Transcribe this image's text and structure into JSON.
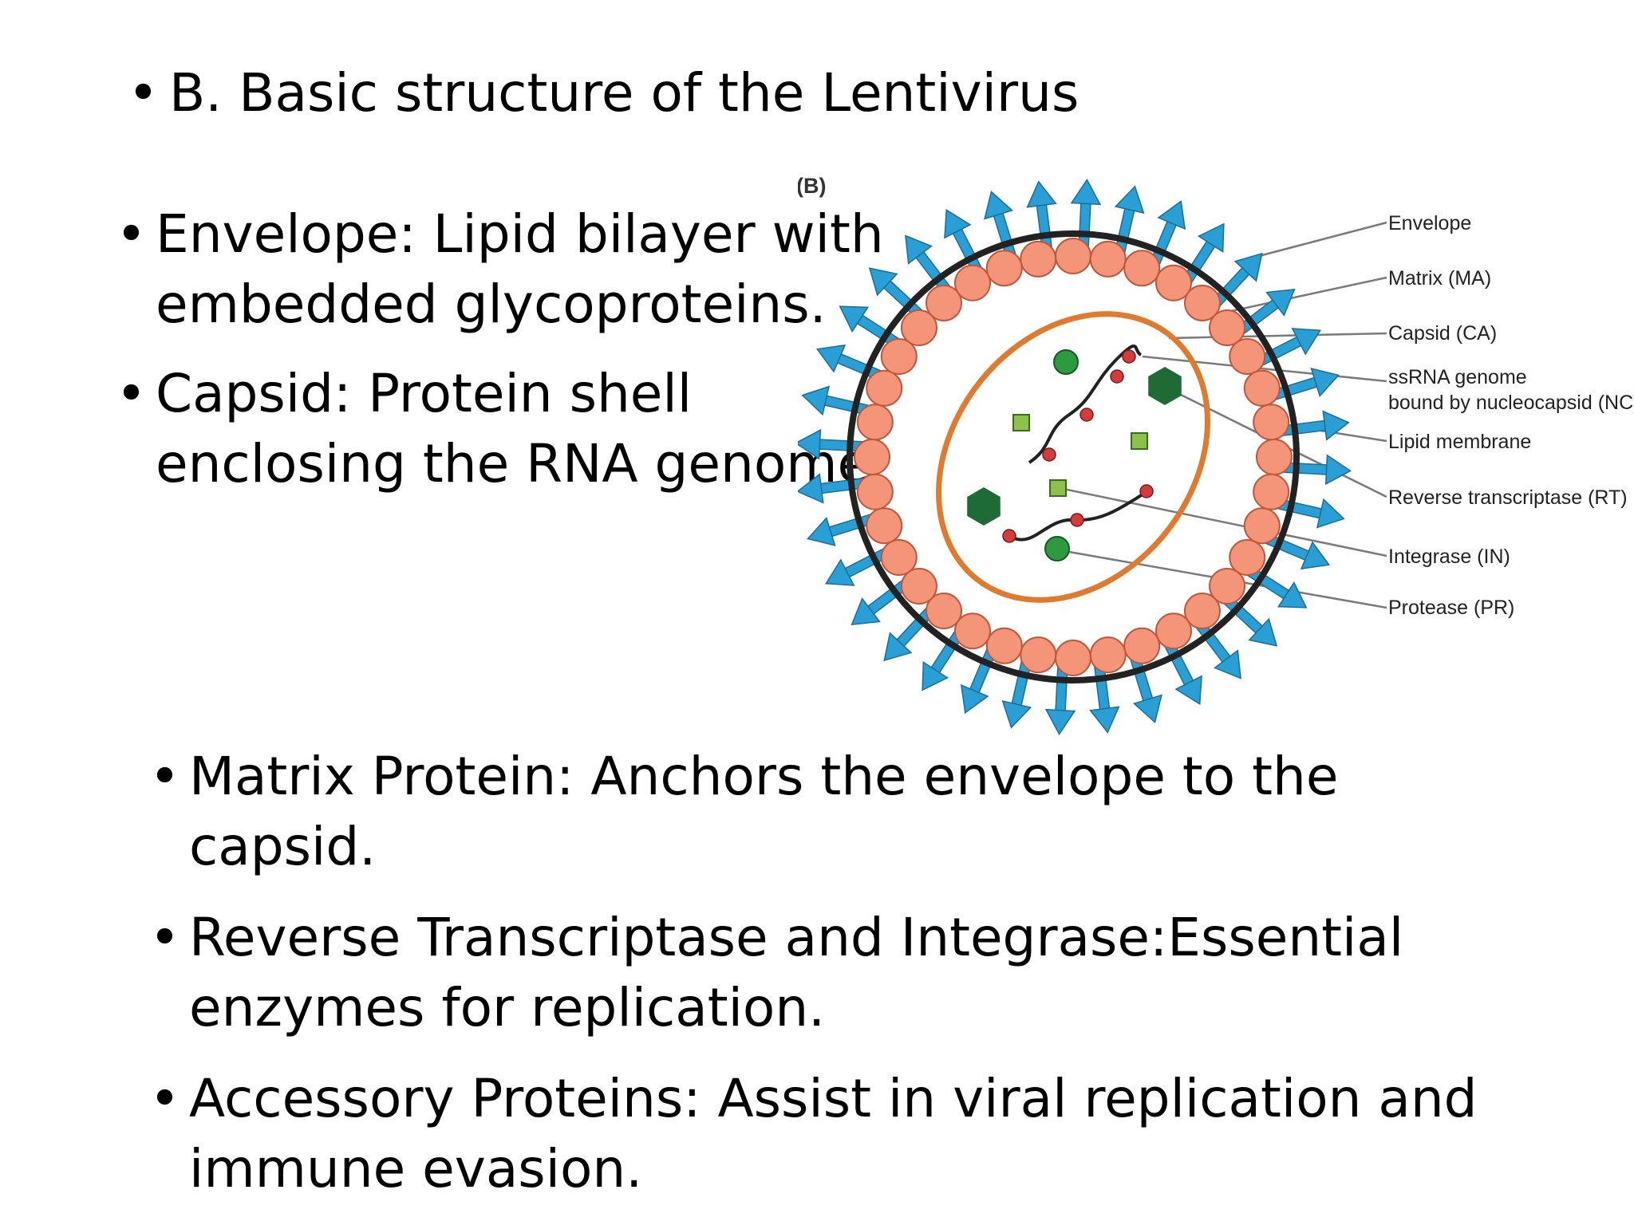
{
  "title": "B.  Basic structure of the Lentivirus",
  "bullet_char": "•",
  "left_bullets": [
    {
      "lines": [
        "Envelope: Lipid bilayer with",
        "embedded glycoproteins."
      ]
    },
    {
      "lines": [
        "Capsid: Protein shell",
        "enclosing the RNA genome."
      ]
    }
  ],
  "bottom_bullets": [
    {
      "lines": [
        "Matrix Protein: Anchors the envelope to the",
        "capsid."
      ]
    },
    {
      "lines": [
        "Reverse Transcriptase and Integrase:Essential",
        "enzymes for replication."
      ]
    },
    {
      "lines": [
        "Accessory Proteins: Assist in viral replication and",
        "immune evasion."
      ]
    }
  ],
  "diagram": {
    "panel_tag": "(B)",
    "labels": {
      "envelope": "Envelope",
      "matrix": "Matrix (MA)",
      "capsid": "Capsid (CA)",
      "ssrna_1": "ssRNA genome",
      "ssrna_2": "bound by nucleocapsid (NC)",
      "lipid": "Lipid membrane",
      "rt": "Reverse transcriptase (RT)",
      "integrase": "Integrase (IN)",
      "protease": "Protease (PR)"
    },
    "colors": {
      "spike": "#2a9fd6",
      "spike_dark": "#1b6e99",
      "matrix": "#f4957a",
      "matrix_stroke": "#c0573a",
      "capsid": "#e07a2e",
      "rt": "#1f6b35",
      "integrase": "#8bc34a",
      "protease": "#2e9a3f",
      "rna": "#222222",
      "nc": "#d43c3c",
      "leader": "#7a7a7a",
      "membrane": "#222222"
    },
    "icons": [
      "glycoprotein-spike-icon",
      "matrix-protein-icon",
      "reverse-transcriptase-icon",
      "integrase-icon",
      "protease-icon"
    ]
  }
}
